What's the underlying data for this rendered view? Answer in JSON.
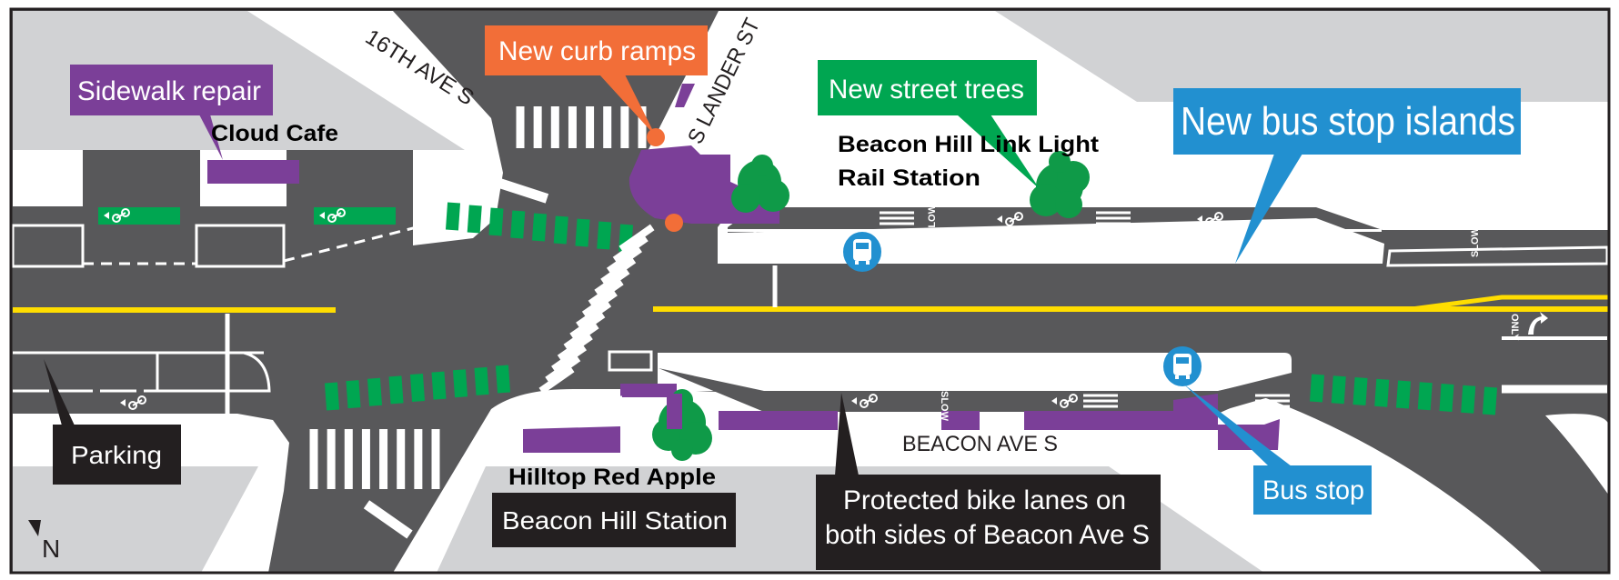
{
  "map": {
    "callouts": {
      "sidewalk_repair": "Sidewalk repair",
      "curb_ramps": "New curb ramps",
      "street_trees": "New street trees",
      "bus_islands": "New bus stop islands",
      "parking": "Parking",
      "bike_lanes_line1": "Protected bike lanes on",
      "bike_lanes_line2": "both sides of Beacon Ave S",
      "bus_stop": "Bus stop",
      "beacon_hill_station": "Beacon Hill Station"
    },
    "places": {
      "cloud_cafe": "Cloud Cafe",
      "link_station_line1": "Beacon Hill Link Light",
      "link_station_line2": "Rail Station",
      "hilltop": "Hilltop Red Apple"
    },
    "streets": {
      "ave16": "16TH AVE S",
      "lander": "S LANDER ST",
      "beacon": "BEACON AVE S"
    },
    "markings": {
      "slow": "SLOW",
      "only": "ONLY"
    },
    "compass": "N",
    "colors": {
      "road": "#58585a",
      "block": "#d1d2d4",
      "sidewalk_repair": "#7b3f98",
      "curb_ramps": "#f26e38",
      "street_trees": "#00a651",
      "tree": "#0f9a48",
      "bus": "#2290d0",
      "centerline": "#ffdd00",
      "dark_label": "#231f20"
    }
  }
}
